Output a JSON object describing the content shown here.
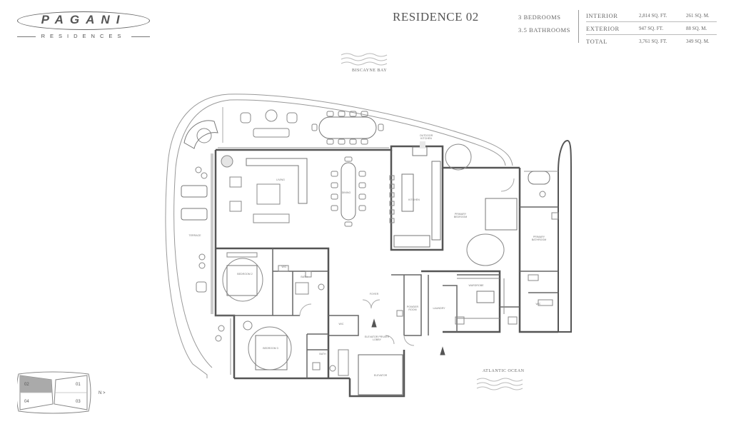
{
  "brand": {
    "wordmark": "PAGANI",
    "subtitle": "RESIDENCES"
  },
  "header": {
    "title": "RESIDENCE 02",
    "bedrooms": "3 BEDROOMS",
    "bathrooms": "3.5 BATHROOMS",
    "areas": [
      {
        "label": "INTERIOR",
        "sqft": "2,814 SQ. FT.",
        "sqm": "261 SQ. M."
      },
      {
        "label": "EXTERIOR",
        "sqft": "947 SQ. FT.",
        "sqm": "88 SQ. M."
      },
      {
        "label": "TOTAL",
        "sqft": "3,761 SQ. FT.",
        "sqm": "349 SQ. M."
      }
    ]
  },
  "plan": {
    "bay_label": "BISCAYNE BAY",
    "ocean_label": "ATLANTIC OCEAN",
    "rooms": {
      "terrace": "TERRACE",
      "living": "LIVING",
      "dining": "DINING",
      "kitchen": "KITCHEN",
      "outdoor_kitchen": "OUTDOOR KITCHEN",
      "primary_bedroom": "PRIMARY BEDROOM",
      "primary_bathroom": "PRIMARY BATHROOM",
      "bedroom2": "BEDROOM 2",
      "bedroom3": "BEDROOM 3",
      "bath2": "BATH",
      "bath3": "BATH",
      "wic": "W/C",
      "wic2": "W/C",
      "foyer": "FOYER",
      "powder": "POWDER ROOM",
      "laundry": "LAUNDRY",
      "wardrobe": "WARDROBE",
      "elevator_lobby": "ELEVATOR PRIVATE LOBBY",
      "elevator": "ELEVATOR",
      "wc": "W/C"
    }
  },
  "keyplan": {
    "units": [
      "02",
      "01",
      "04",
      "03"
    ],
    "north": "N"
  }
}
